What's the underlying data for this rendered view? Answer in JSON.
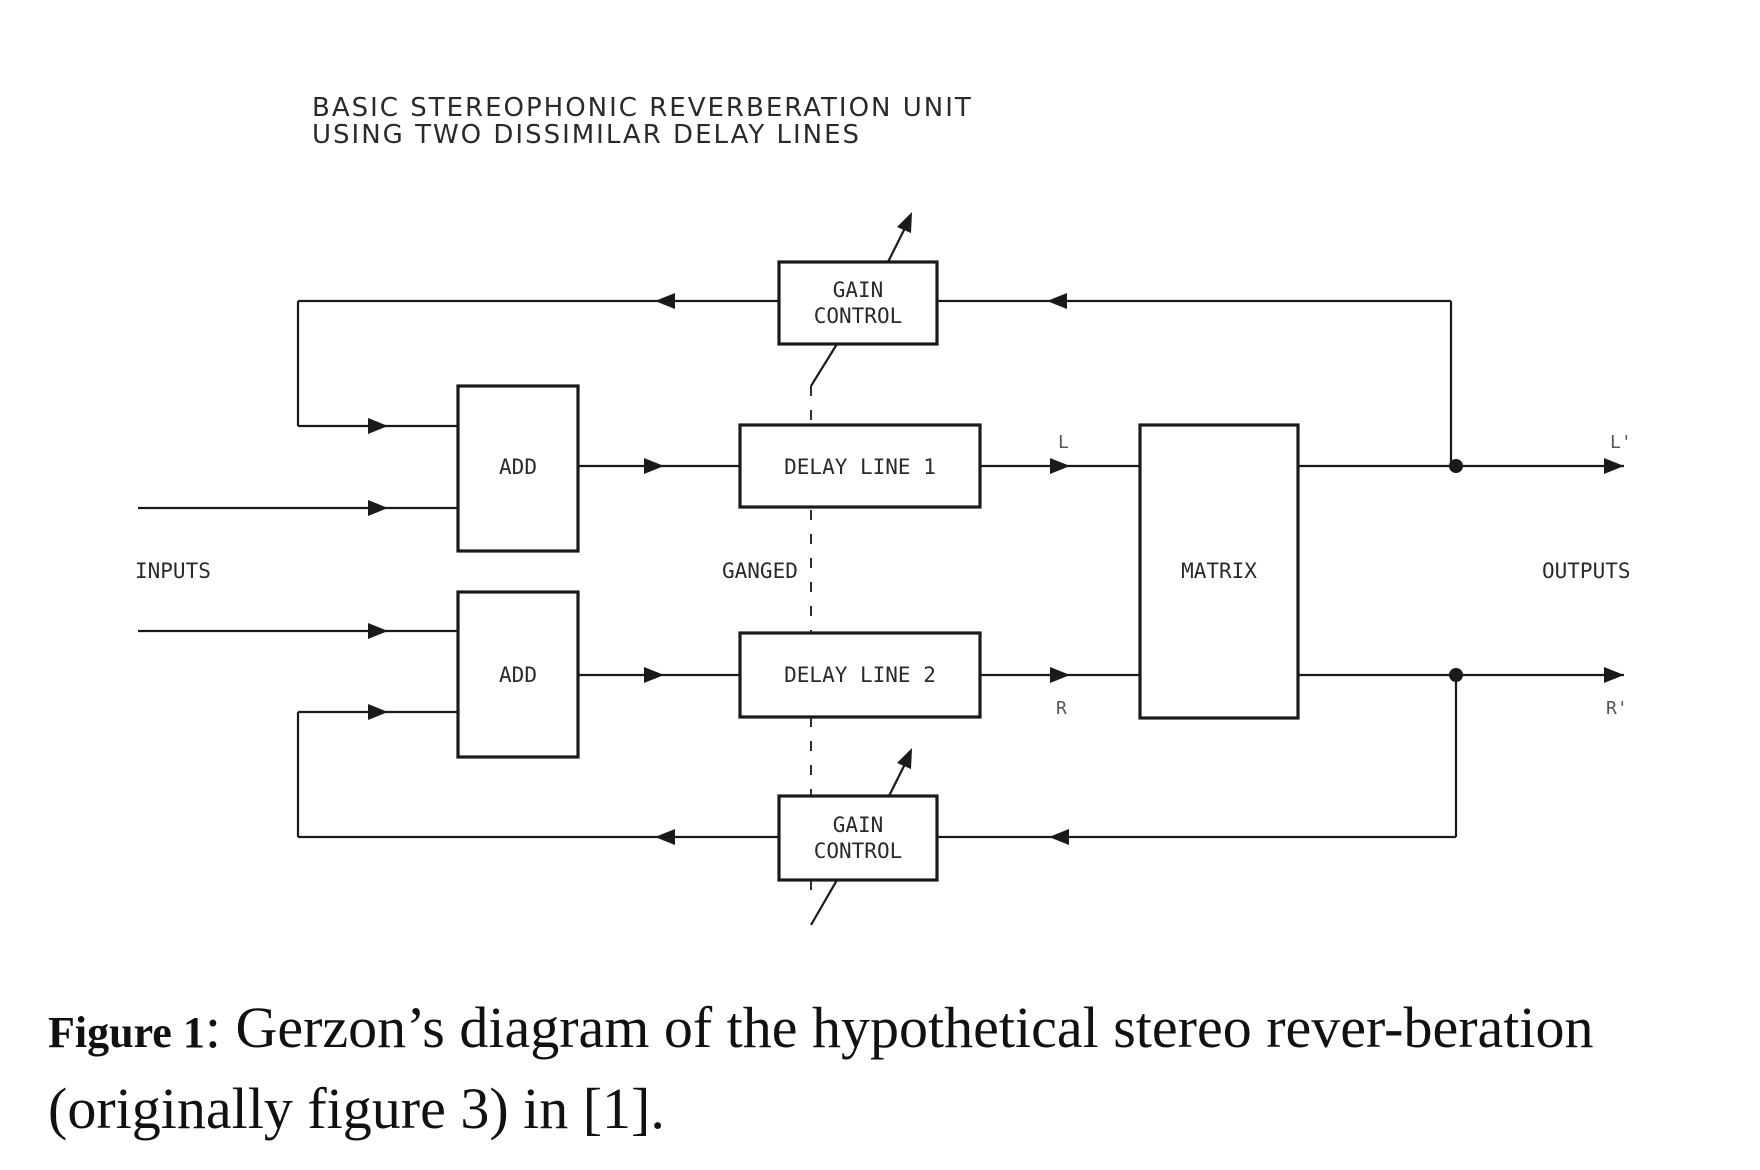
{
  "title": {
    "line1": "BASIC STEREOPHONIC REVERBERATION UNIT",
    "line2": "USING TWO DISSIMILAR DELAY LINES"
  },
  "blocks": {
    "gain_top": {
      "line1": "GAIN",
      "line2": "CONTROL"
    },
    "gain_bottom": {
      "line1": "GAIN",
      "line2": "CONTROL"
    },
    "add_top": "ADD",
    "add_bottom": "ADD",
    "delay1": "DELAY LINE 1",
    "delay2": "DELAY LINE 2",
    "matrix": "MATRIX"
  },
  "labels": {
    "inputs": "INPUTS",
    "outputs": "OUTPUTS",
    "ganged": "GANGED",
    "l": "L",
    "r": "R",
    "l_out": "L'",
    "r_out": "R'"
  },
  "caption": {
    "label": "Figure 1",
    "text": ": Gerzon’s diagram of the hypothetical stereo rever-beration (originally figure 3) in [1]."
  }
}
